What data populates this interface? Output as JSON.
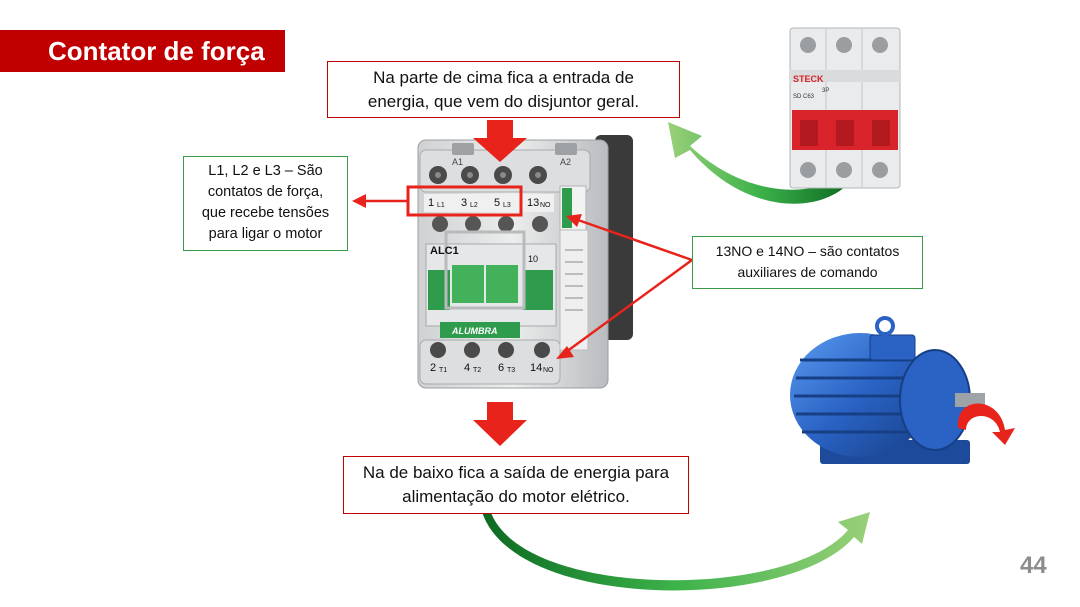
{
  "slide": {
    "title": "Contator de força",
    "page_number": "44"
  },
  "callouts": {
    "top": {
      "lines": [
        "Na parte de cima fica a entrada de",
        "energia, que vem do disjuntor geral."
      ]
    },
    "left": {
      "lines": [
        "L1, L2 e L3 – São",
        "contatos de força,",
        "que recebe tensões",
        "para ligar o motor"
      ]
    },
    "right": {
      "lines": [
        "13NO e 14NO – são contatos",
        "auxiliares de comando"
      ]
    },
    "bottom": {
      "lines": [
        "Na de baixo fica a saída de energia para",
        "alimentação do motor elétrico."
      ]
    }
  },
  "contactor": {
    "top_terminals": [
      "1",
      "L1",
      "3",
      "L2",
      "5",
      "L3",
      "13",
      "NO"
    ],
    "bottom_terminals": [
      "2",
      "T1",
      "4",
      "T2",
      "6",
      "T3",
      "14",
      "NO"
    ],
    "model": "ALC1",
    "brand": "ALUMBRA",
    "rating": "10",
    "coil_left": "A1",
    "coil_right": "A2"
  },
  "breaker": {
    "brand": "STECK",
    "spec": "SD C63",
    "poles": "3P"
  },
  "colors": {
    "title_bar": "#c00000",
    "callout_red_border": "#c00000",
    "callout_green_border": "#3a9a48",
    "arrow_red": "#e8231b",
    "arrow_green": "#2e9d3a",
    "motor_blue": "#2f6fd0",
    "contactor_green": "#2f9b4c"
  }
}
